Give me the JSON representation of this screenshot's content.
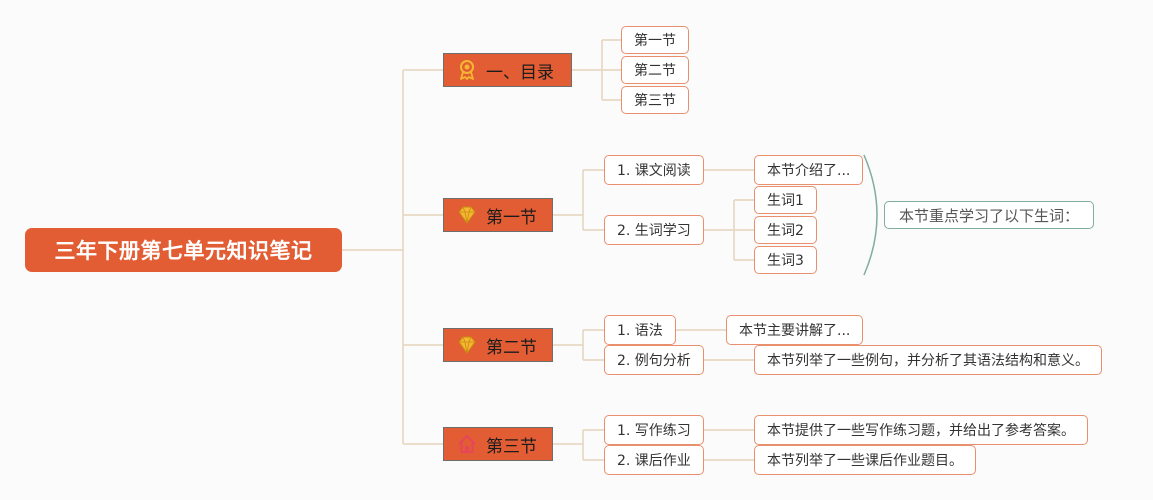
{
  "root": {
    "label": "三年下册第七单元知识笔记"
  },
  "branches": [
    {
      "label": "一、目录",
      "icon": "award-ribbon-icon",
      "children": [
        "第一节",
        "第二节",
        "第三节"
      ]
    },
    {
      "label": "第一节",
      "icon": "diamond-icon",
      "children": [
        {
          "label": "1. 课文阅读",
          "note": "本节介绍了..."
        },
        {
          "label": "2. 生词学习",
          "words": [
            "生词1",
            "生词2",
            "生词3"
          ]
        }
      ],
      "summary": "本节重点学习了以下生词："
    },
    {
      "label": "第二节",
      "icon": "diamond-icon",
      "children": [
        {
          "label": "1. 语法",
          "note": "本节主要讲解了..."
        },
        {
          "label": "2. 例句分析",
          "note": "本节列举了一些例句，并分析了其语法结构和意义。"
        }
      ]
    },
    {
      "label": "第三节",
      "icon": "house-icon",
      "children": [
        {
          "label": "1. 写作练习",
          "note": "本节提供了一些写作练习题，并给出了参考答案。"
        },
        {
          "label": "2. 课后作业",
          "note": "本节列举了一些课后作业题目。"
        }
      ]
    }
  ],
  "colors": {
    "accent": "#e25d33",
    "connector": "#e6d3bd",
    "sub_border": "#e8906d",
    "summary": "#7fae9a"
  }
}
